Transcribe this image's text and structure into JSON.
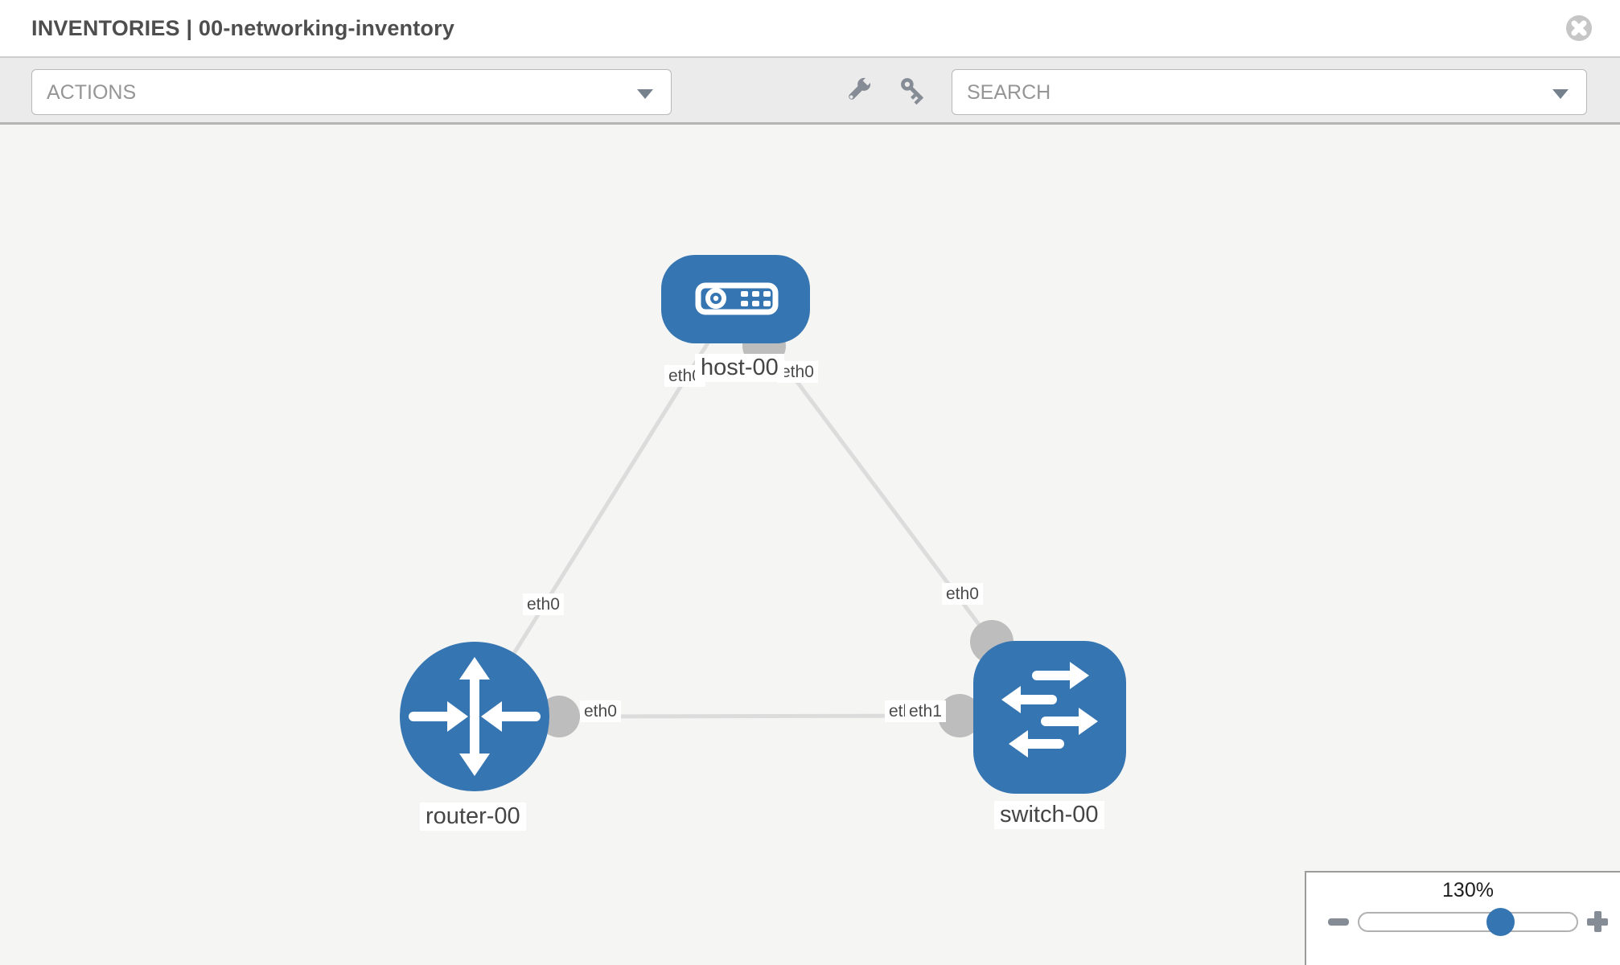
{
  "header": {
    "title": "INVENTORIES | 00-networking-inventory",
    "close_icon": "times-circle"
  },
  "toolbar": {
    "actions": {
      "placeholder": "ACTIONS"
    },
    "search": {
      "placeholder": "SEARCH"
    },
    "wrench_icon": "wrench",
    "key_icon": "key"
  },
  "topology": {
    "nodes": [
      {
        "label": "host-00",
        "type": "host",
        "icon": "server-icon"
      },
      {
        "label": "router-00",
        "type": "router",
        "icon": "router-arrows-icon"
      },
      {
        "label": "switch-00",
        "type": "switch",
        "icon": "switch-arrows-icon"
      }
    ],
    "links": [
      {
        "source": "host-00",
        "source_interface": "eth0",
        "target": "router-00",
        "target_interface": "eth0"
      },
      {
        "source": "host-00",
        "source_interface": "eth0",
        "target": "switch-00",
        "target_interface": "eth0"
      },
      {
        "source": "router-00",
        "source_interface": "eth0",
        "target": "switch-00",
        "target_interface": "eth1"
      }
    ]
  },
  "zoom_control": {
    "level": "130%",
    "zoom_out_icon": "minus",
    "zoom_in_icon": "plus"
  },
  "colors": {
    "node_blue": "#3575b2",
    "link_gray": "#dcdcdc",
    "connector_gray": "#bdbdbd",
    "toolbar_gray": "#ebebeb",
    "canvas_gray": "#f5f5f4"
  }
}
